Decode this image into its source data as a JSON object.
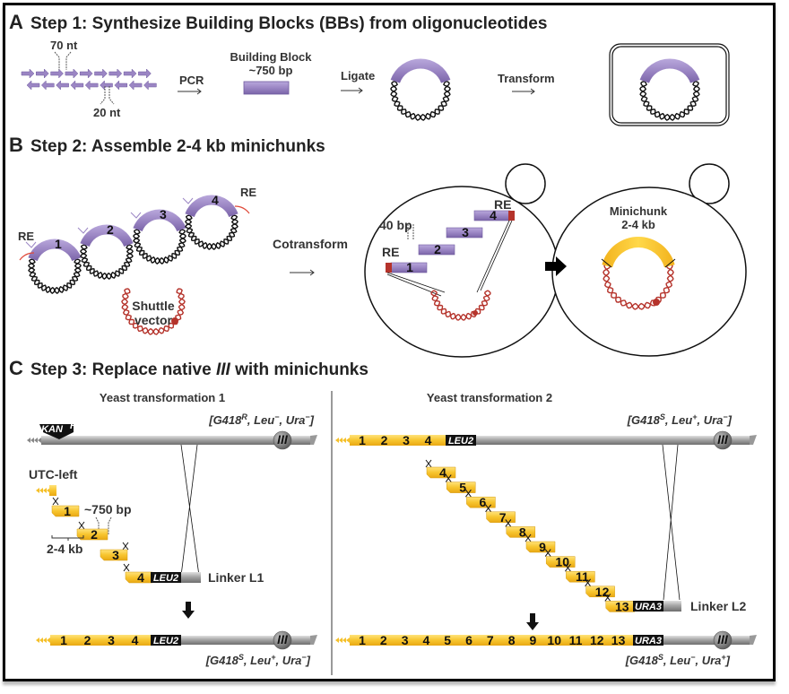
{
  "panel_a": {
    "letter": "A",
    "title": "Step 1: Synthesize Building Blocks (BBs) from oligonucleotides",
    "oligo_length_label": "70 nt",
    "overlap_label": "20 nt",
    "pcr_label": "PCR",
    "bb_label_line1": "Building Block",
    "bb_label_line2": "~750 bp",
    "ligate_label": "Ligate",
    "transform_label": "Transform"
  },
  "panel_b": {
    "letter": "B",
    "title": "Step 2: Assemble 2-4 kb minichunks",
    "plasmid_numbers": [
      "1",
      "2",
      "3",
      "4"
    ],
    "re_label": "RE",
    "shuttle_line1": "Shuttle",
    "shuttle_line2": "vector",
    "cotransform_label": "Cotransform",
    "overlap_label": "40 bp",
    "minichunk_line1": "Minichunk",
    "minichunk_line2": "2-4 kb"
  },
  "panel_c": {
    "letter": "C",
    "title_pre": "Step 3: Replace native ",
    "title_chrom": "III",
    "title_post": " with minichunks",
    "chrom_label": "III",
    "left": {
      "heading": "Yeast transformation 1",
      "genotype_top": {
        "g": "G418",
        "g_sup": "R",
        "leu": "Leu",
        "leu_sup": "−",
        "ura": "Ura",
        "ura_sup": "−"
      },
      "kan_label": "KAN",
      "kan_sup": "R",
      "utc_label": "UTC-left",
      "bb_size_label": "~750 bp",
      "chunk_size_label": "2-4 kb",
      "chunks": [
        "1",
        "2",
        "3",
        "4"
      ],
      "marker": "LEU2",
      "linker_label": "Linker L1",
      "result_chunks": [
        "1",
        "2",
        "3",
        "4"
      ],
      "genotype_bottom": {
        "g": "G418",
        "g_sup": "S",
        "leu": "Leu",
        "leu_sup": "+",
        "ura": "Ura",
        "ura_sup": "−"
      }
    },
    "right": {
      "heading": "Yeast transformation 2",
      "genotype_top": {
        "g": "G418",
        "g_sup": "S",
        "leu": "Leu",
        "leu_sup": "+",
        "ura": "Ura",
        "ura_sup": "−"
      },
      "existing_chunks": [
        "1",
        "2",
        "3",
        "4"
      ],
      "existing_marker": "LEU2",
      "chunks": [
        "4",
        "5",
        "6",
        "7",
        "8",
        "9",
        "10",
        "11",
        "12",
        "13"
      ],
      "marker": "URA3",
      "linker_label": "Linker L2",
      "result_chunks": [
        "1",
        "2",
        "3",
        "4",
        "5",
        "6",
        "7",
        "8",
        "9",
        "10",
        "11",
        "12",
        "13"
      ],
      "genotype_bottom": {
        "g": "G418",
        "g_sup": "S",
        "leu": "Leu",
        "leu_sup": "−",
        "ura": "Ura",
        "ura_sup": "+"
      }
    }
  },
  "colors": {
    "purple": "#9b86c4",
    "purple_dark": "#6f5a9e",
    "yellow": "#f5c02a",
    "yellow_light": "#ffe27a",
    "red": "#b5332b",
    "grey": "#9a9a9a",
    "black": "#111111"
  }
}
